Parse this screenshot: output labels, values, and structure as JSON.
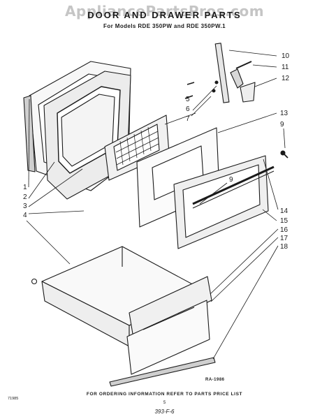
{
  "watermark": "AppliancePartsPros.com",
  "header": {
    "title": "DOOR AND DRAWER PARTS",
    "subtitle": "For Models RDE 350PW and RDE 350PW.1"
  },
  "callouts": {
    "right": [
      "10",
      "11",
      "12",
      "5",
      "6",
      "7",
      "13",
      "9",
      "9",
      "14",
      "15",
      "16",
      "17",
      "18"
    ],
    "left": [
      "1",
      "2",
      "3",
      "4"
    ]
  },
  "figure_id": "RA-1986",
  "footer": {
    "ordering_note": "FOR ORDERING INFORMATION REFER TO PARTS PRICE LIST",
    "page": "5",
    "doc_code": "393-F-6",
    "corner_code": "71985"
  }
}
